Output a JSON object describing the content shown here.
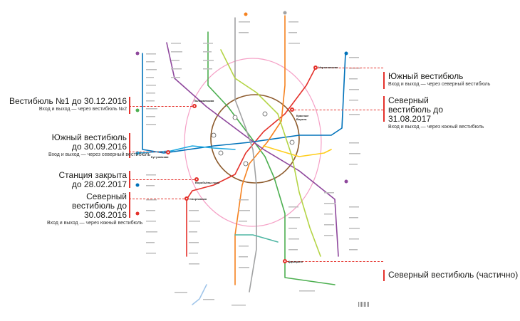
{
  "colors": {
    "red": "#e4312b",
    "green": "#4caf50",
    "blue": "#0072ba",
    "lightblue": "#1ea9e1",
    "brown": "#8d5b2d",
    "orange": "#f58220",
    "violet": "#8e479c",
    "yellow": "#ffcd1c",
    "gray": "#a1a2a3",
    "lime": "#b4d445",
    "teal": "#4fb6a3",
    "pink": "#f5a0c6"
  },
  "callouts": [
    {
      "title": "Вестибюль №1 до 30.12.2016",
      "note": "Вход и выход — через вестибюль №2",
      "side": "left"
    },
    {
      "title": "Южный вестибюль до 30.09.2016",
      "note": "Вход и выход — через северный вестибюль",
      "side": "left"
    },
    {
      "title": "Станция закрыта до 28.02.2017",
      "note": "",
      "side": "left"
    },
    {
      "title": "Северный вестибюль до 30.08.2016",
      "note": "Вход и выход — через южный вестибюль",
      "side": "left"
    },
    {
      "title": "Южный вестибюль",
      "note": "Вход и выход — через северный вестибюль",
      "side": "right"
    },
    {
      "title": "Северный вестибюль до 31.08.2017",
      "note": "Вход и выход — через южный вестибюль",
      "side": "right"
    },
    {
      "title": "Северный вестибюль (частично)",
      "note": "",
      "side": "right"
    }
  ],
  "stations": [
    {
      "name": "Полежаевская"
    },
    {
      "name": "Красные Ворота"
    },
    {
      "name": "Кутузовская"
    },
    {
      "name": "Черкизовская"
    },
    {
      "name": "Воробьёвы горы"
    },
    {
      "name": "Спортивная"
    },
    {
      "name": "Царицыно"
    }
  ]
}
